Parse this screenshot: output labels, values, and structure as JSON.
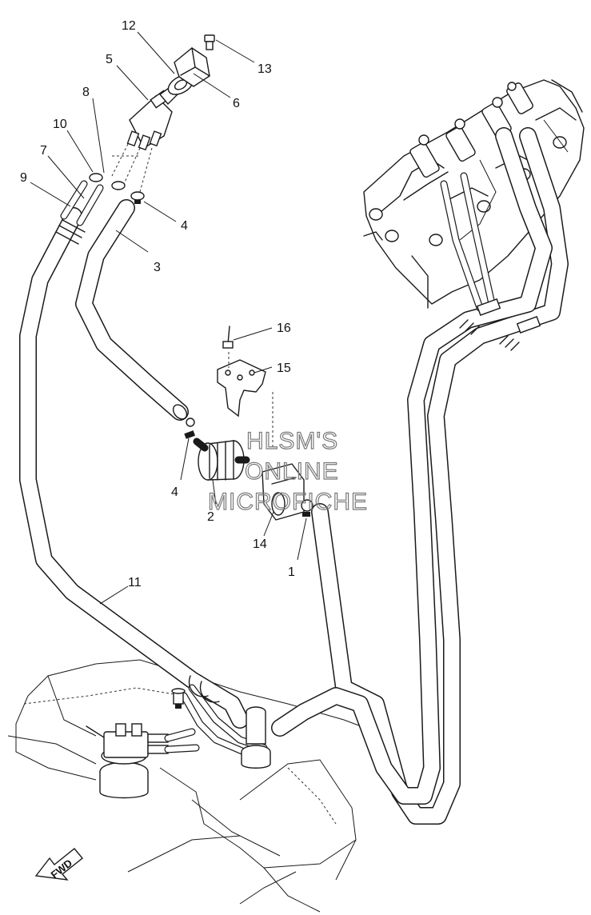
{
  "callouts": {
    "c1": "1",
    "c2": "2",
    "c3": "3",
    "c4a": "4",
    "c4b": "4",
    "c5": "5",
    "c6": "6",
    "c7": "7",
    "c8": "8",
    "c9": "9",
    "c10": "10",
    "c11": "11",
    "c12": "12",
    "c13": "13",
    "c14": "14",
    "c15": "15",
    "c16": "16"
  },
  "watermark": {
    "line1": "HLSM'S",
    "line2": "ONLINE",
    "line3": "MICROFICHE"
  },
  "direction_arrow": {
    "label": "FWD",
    "icon": "forward-arrow-icon"
  }
}
